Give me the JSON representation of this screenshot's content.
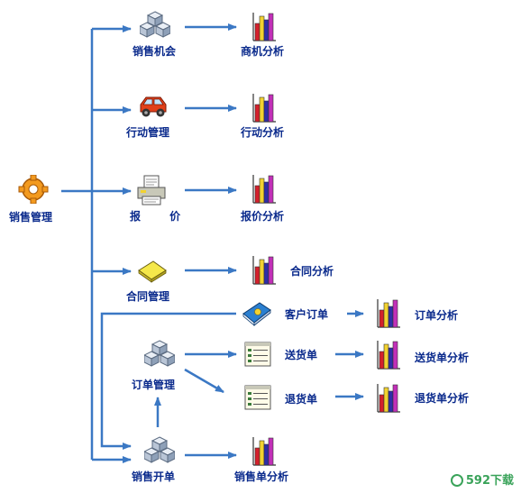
{
  "colors": {
    "connector": "#3b78c4",
    "label": "#0a2a8c",
    "bar_red": "#d4202b",
    "bar_yellow": "#f2d230",
    "bar_blue": "#2f2ea8",
    "bar_purple": "#c22fb8"
  },
  "root": {
    "label": "销售管理",
    "icon": "gear-icon"
  },
  "branches": [
    {
      "label": "销售机会",
      "icon": "cubes-icon",
      "analysis_label": "商机分析"
    },
    {
      "label": "行动管理",
      "icon": "car-icon",
      "analysis_label": "行动分析"
    },
    {
      "label": "报 价",
      "icon": "printer-icon",
      "analysis_label": "报价分析"
    },
    {
      "label": "合同管理",
      "icon": "note-icon",
      "analysis_label": "合同分析"
    }
  ],
  "order_section": {
    "customer_order": {
      "label": "客户订单",
      "icon": "book-icon",
      "analysis_label": "订单分析"
    },
    "order_mgmt": {
      "label": "订单管理",
      "icon": "cubes-icon"
    },
    "delivery": {
      "label": "送货单",
      "icon": "list-icon",
      "analysis_label": "送货单分析"
    },
    "return": {
      "label": "退货单",
      "icon": "list-icon",
      "analysis_label": "退货单分析"
    },
    "sales_bill": {
      "label": "销售开单",
      "icon": "cubes-icon",
      "analysis_label": "销售单分析"
    }
  },
  "watermark": "592下载"
}
